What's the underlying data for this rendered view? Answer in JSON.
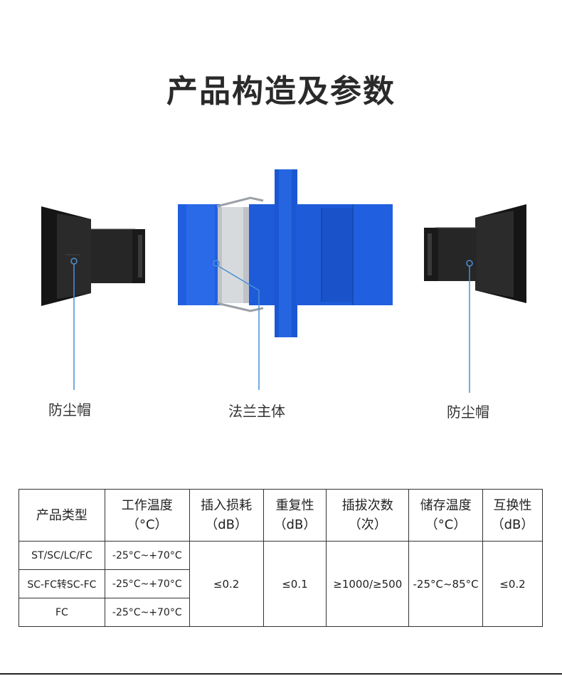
{
  "title": "产品构造及参数",
  "callouts": {
    "left": "防尘帽",
    "center": "法兰主体",
    "right": "防尘帽"
  },
  "table": {
    "headers": [
      {
        "line1": "产品类型",
        "line2": ""
      },
      {
        "line1": "工作温度",
        "line2": "（°C）"
      },
      {
        "line1": "插入损耗",
        "line2": "（dB）"
      },
      {
        "line1": "重复性",
        "line2": "（dB）"
      },
      {
        "line1": "插拔次数",
        "line2": "（次）"
      },
      {
        "line1": "储存温度",
        "line2": "（°C）"
      },
      {
        "line1": "互换性",
        "line2": "（dB）"
      }
    ],
    "rows": [
      {
        "type": "ST/SC/LC/FC",
        "work_temp": "-25°C~+70°C"
      },
      {
        "type": "SC-FC转SC-FC",
        "work_temp": "-25°C~+70°C"
      },
      {
        "type": "FC",
        "work_temp": "-25°C~+70°C"
      }
    ],
    "shared": {
      "insertion_loss": "≤0.2",
      "repeatability": "≤0.1",
      "mating_cycles": "≥1000/≥500",
      "storage_temp": "-25°C~85°C",
      "interchangeability": "≤0.2"
    }
  },
  "colors": {
    "flange_blue": "#1d5bd8",
    "cap_black": "#1c1c1c",
    "leader_line": "#4a8fd6"
  }
}
